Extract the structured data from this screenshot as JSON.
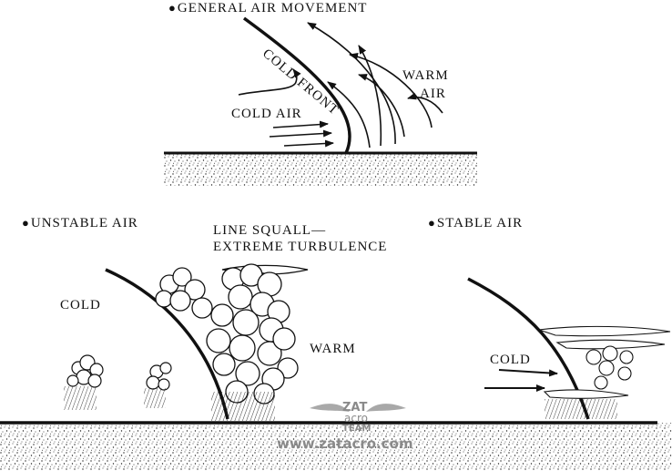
{
  "panels": {
    "general": {
      "title": "GENERAL AIR MOVEMENT",
      "front_label": "COLD FRONT",
      "warm_label_1": "WARM",
      "warm_label_2": "AIR",
      "cold_label": "COLD AIR"
    },
    "unstable": {
      "title": "UNSTABLE AIR",
      "squall_line_1": "LINE SQUALL—",
      "squall_line_2": "EXTREME TURBULENCE",
      "cold_label": "COLD",
      "warm_label": "WARM"
    },
    "stable": {
      "title": "STABLE AIR",
      "cold_label": "COLD"
    }
  },
  "bullet": "●",
  "watermark": {
    "logo_line_1": "ZAT",
    "logo_line_2": "acro",
    "logo_line_3": "TEAM",
    "url": "www.zatacro.com"
  },
  "colors": {
    "ink": "#111111",
    "ground_fill": "#ffffff",
    "watermark": "#8a8a8a"
  }
}
